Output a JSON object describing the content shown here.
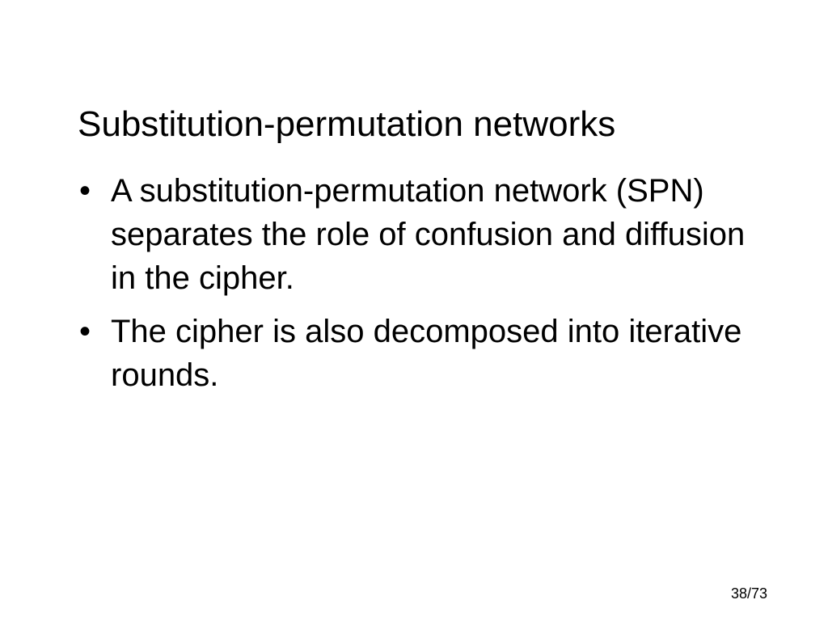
{
  "slide": {
    "title": "Substitution-permutation networks",
    "bullets": [
      {
        "marker": "•",
        "text": "A substitution-permutation network (SPN) separates the role of confusion and diffusion in the cipher."
      },
      {
        "marker": "•",
        "text": "The cipher is also decomposed into iterative rounds."
      }
    ],
    "page_number": "38/73"
  }
}
